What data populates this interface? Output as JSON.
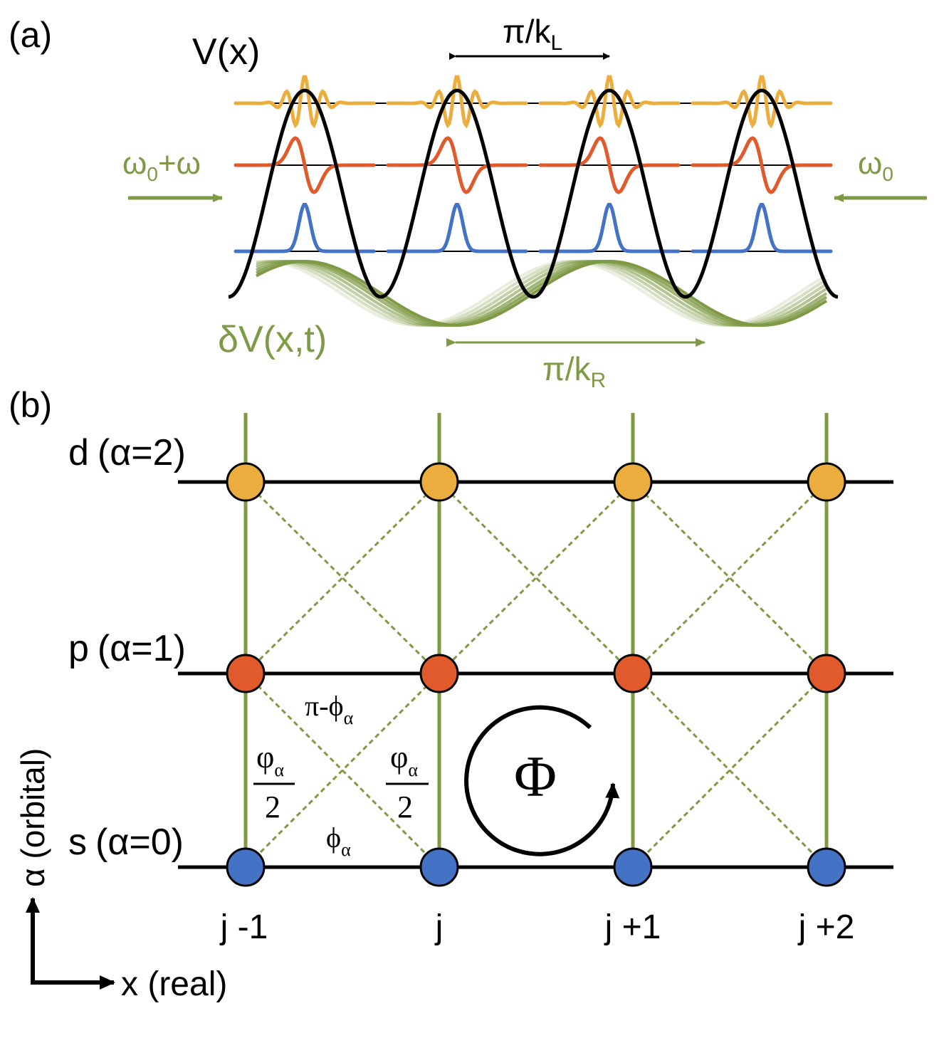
{
  "colors": {
    "lattice": "#000000",
    "modulation": "#7E9A45",
    "s_orbital": "#4472C4",
    "p_orbital": "#E05A2C",
    "d_orbital": "#EBAD3E"
  },
  "panel_a": {
    "label": "(a)",
    "potential_label": "V(x)",
    "lattice_spacing_label_main": "π/k",
    "lattice_spacing_label_sub": "L",
    "left_beam_label_main": "ω",
    "left_beam_label_sub": "0",
    "left_beam_label_tail": "+ω",
    "right_beam_label_main": "ω",
    "right_beam_label_sub": "0",
    "modulation_label": "δV(x,t)",
    "modulation_period_label_main": "π/k",
    "modulation_period_label_sub": "R"
  },
  "panel_b": {
    "label": "(b)",
    "orbital_rows": [
      {
        "orbital": "d",
        "alpha": "(α=2)"
      },
      {
        "orbital": "p",
        "alpha": "(α=1)"
      },
      {
        "orbital": "s",
        "alpha": "(α=0)"
      }
    ],
    "site_labels": [
      "j -1",
      "j",
      "j +1",
      "j +2"
    ],
    "phase_top_main": "π-ϕ",
    "phase_top_sub": "α",
    "phase_bottom_main": "ϕ",
    "phase_bottom_sub": "α",
    "frac_num_main": "φ",
    "frac_num_sub": "α",
    "frac_den": "2",
    "flux_symbol": "Φ",
    "axis_y_label": "α (orbital)",
    "axis_x_label": "x (real)"
  }
}
